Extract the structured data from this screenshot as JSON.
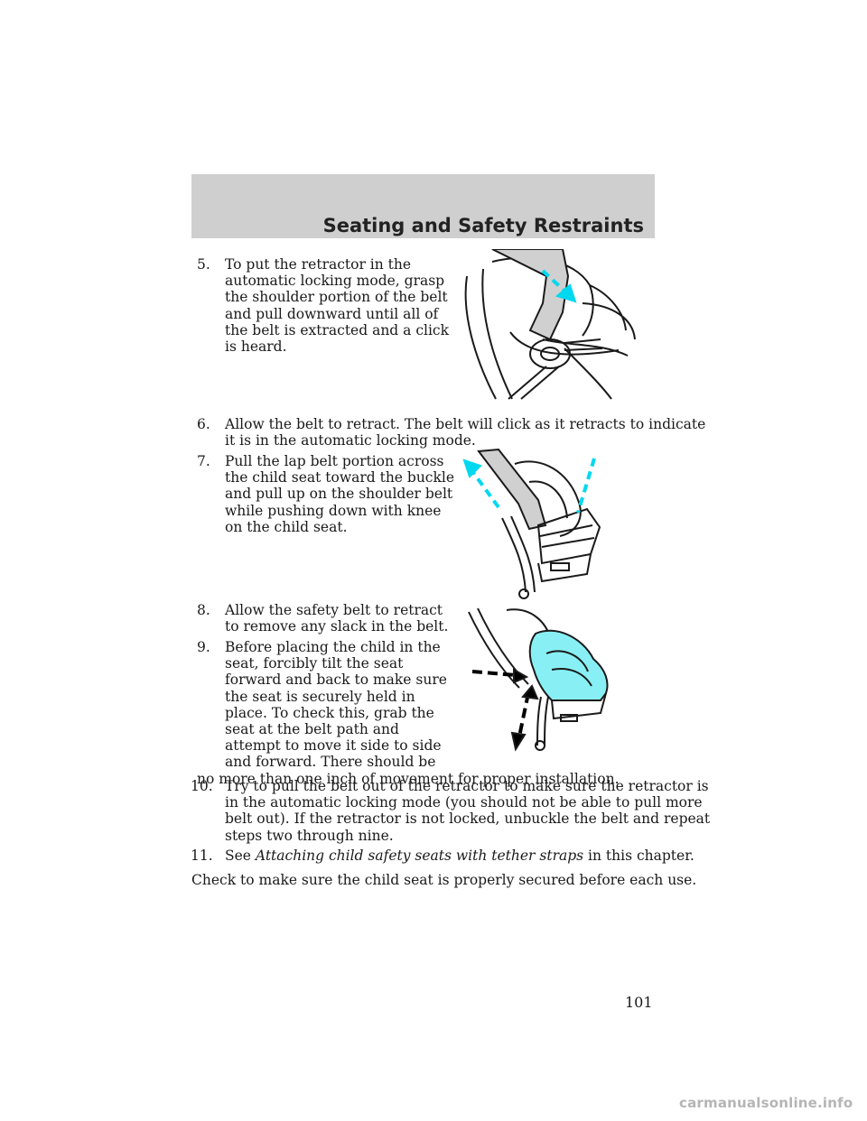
{
  "header": {
    "section_title": "Seating and Safety Restraints"
  },
  "steps": {
    "s5": {
      "num": "5.",
      "lines": [
        "To put the retractor in the",
        "automatic locking mode, grasp",
        "the shoulder portion of the belt",
        "and pull downward until all of",
        "the belt is extracted and a click",
        "is heard."
      ]
    },
    "s6": {
      "num": "6.",
      "lines": [
        "Allow the belt to retract. The belt will click as it retracts to indicate",
        "it is in the automatic locking mode."
      ]
    },
    "s7": {
      "num": "7.",
      "lines": [
        "Pull the lap belt portion across",
        "the child seat toward the buckle",
        "and pull up on the shoulder belt",
        "while pushing down with knee",
        "on the child seat."
      ]
    },
    "s8": {
      "num": "8.",
      "lines": [
        "Allow the safety belt to retract",
        "to remove any slack in the belt."
      ]
    },
    "s9": {
      "num": "9.",
      "lines": [
        "Before placing the child in the",
        "seat, forcibly tilt the seat",
        "forward and back to make sure",
        "the seat is securely held in",
        "place. To check this, grab the",
        "seat at the belt path and",
        "attempt to move it side to side",
        "and forward. There should be",
        "no more than one inch of movement for proper installation."
      ]
    },
    "s10": {
      "num": "10.",
      "lines": [
        "Try to pull the belt out of the retractor to make sure the retractor is",
        "in the automatic locking mode (you should not be able to pull more",
        "belt out). If the retractor is not locked, unbuckle the belt and repeat",
        "steps two through nine."
      ]
    },
    "s11": {
      "num": "11.",
      "prefix": "See",
      "link": "Attaching child safety seats with tether straps",
      "suffix": "in this chapter."
    }
  },
  "closing_text": "Check to make sure the child seat is properly secured before each use.",
  "page_number": "101",
  "watermark": "carmanualsonline.info",
  "colors": {
    "header_band": "#cfcfcf",
    "arrow_blue": "#00d8f0",
    "seat_fill": "#88f0f4",
    "arrow_black": "#000000"
  }
}
